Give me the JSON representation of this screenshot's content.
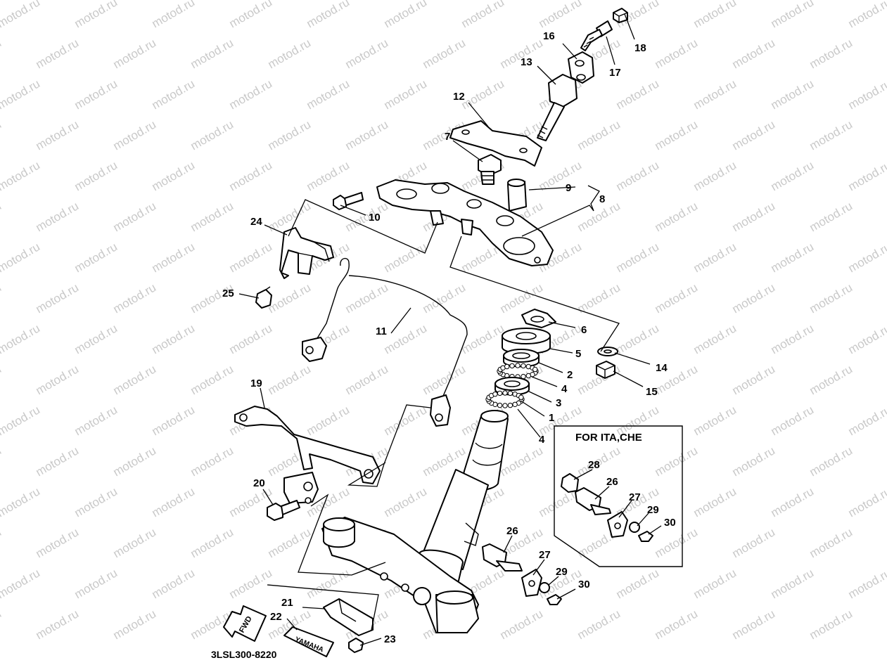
{
  "watermark": "motod.ru",
  "inset_title": "FOR ITA,CHE",
  "diagram_code": "3LSL300-8220",
  "fwd_text": "FWD",
  "plate_text": "YAMAHA",
  "labels": {
    "l1": "1",
    "l2": "2",
    "l3": "3",
    "l4a": "4",
    "l4b": "4",
    "l5": "5",
    "l6": "6",
    "l7": "7",
    "l8": "8",
    "l9": "9",
    "l10": "10",
    "l11": "11",
    "l12": "12",
    "l13": "13",
    "l14": "14",
    "l15": "15",
    "l16": "16",
    "l17": "17",
    "l18": "18",
    "l19": "19",
    "l20": "20",
    "l21": "21",
    "l22": "22",
    "l23": "23",
    "l24": "24",
    "l25": "25",
    "l26": "26",
    "l27": "27",
    "l29": "29",
    "l30": "30",
    "l26i": "26",
    "l27i": "27",
    "l28i": "28",
    "l29i": "29",
    "l30i": "30"
  }
}
